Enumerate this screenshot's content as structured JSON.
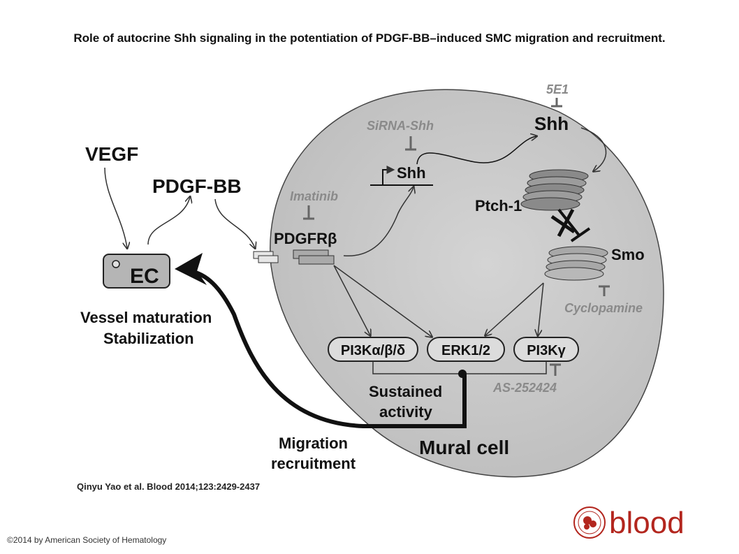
{
  "figure": {
    "title": "Role of autocrine Shh signaling in the potentiation of PDGF-BB–induced SMC migration and recruitment.",
    "citation": "Qinyu Yao et al. Blood 2014;123:2429-2437",
    "copyright": "©2014 by American Society of Hematology",
    "journal_logo_text": "blood"
  },
  "diagram": {
    "nodes": {
      "vegf": "VEGF",
      "pdgf_bb": "PDGF-BB",
      "ec": "EC",
      "vessel_maturation": "Vessel maturation",
      "stabilization": "Stabilization",
      "sirna_shh": "SiRNA-Shh",
      "shh_gene": "Shh",
      "imatinib": "Imatinib",
      "pdgfr": "PDGFR",
      "pdgfr_beta": "β",
      "five_e1": "5E1",
      "shh_secreted": "Shh",
      "ptch1": "Ptch-1",
      "smo": "Smo",
      "cyclopamine": "Cyclopamine",
      "pi3k_abd": "PI3K",
      "pi3k_abd_greek": "α/β/δ",
      "erk": "ERK1/2",
      "pi3k_g": "PI3K",
      "pi3k_g_greek": "γ",
      "as252424": "AS-252424",
      "sustained": "Sustained",
      "activity": "activity",
      "migration": "Migration",
      "recruitment": "recruitment",
      "mural_cell": "Mural cell"
    },
    "colors": {
      "cell_fill": "#c9c9c9",
      "inhibitor_text": "#8a8a8a",
      "ink": "#111111",
      "logo_red": "#b3261e"
    }
  }
}
